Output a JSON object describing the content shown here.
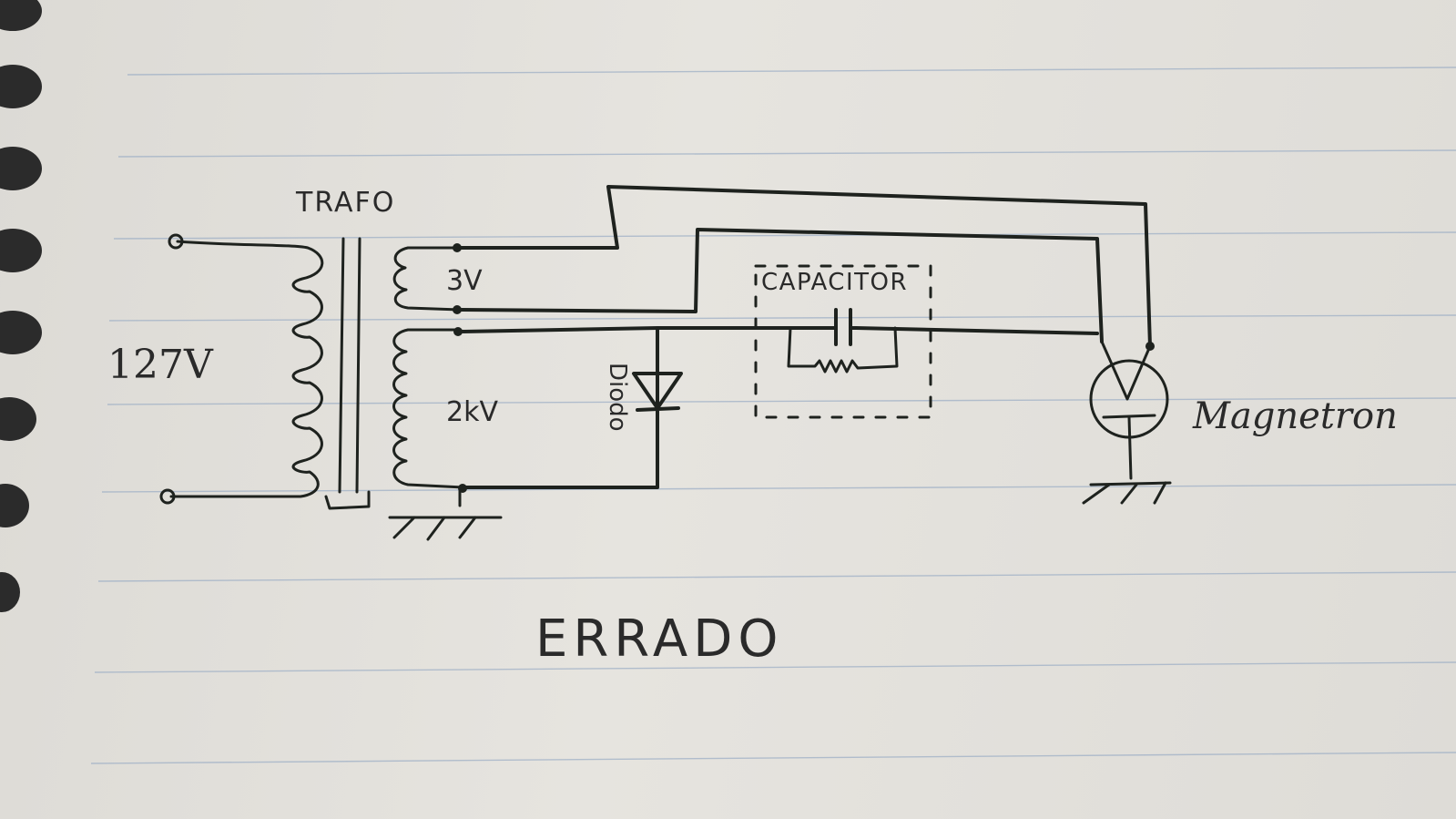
{
  "labels": {
    "transformer": "TRAFO",
    "input_voltage": "127V",
    "low_winding": "3V",
    "high_winding": "2kV",
    "diode": "Diodo",
    "capacitor": "CAPACITOR",
    "magnetron": "Magnetron",
    "caption": "ERRADO"
  },
  "icons": {
    "transformer": "transformer-icon",
    "diode": "diode-icon",
    "capacitor": "capacitor-icon",
    "resistor": "resistor-icon",
    "magnetron": "magnetron-icon",
    "ground": "ground-icon"
  },
  "colors": {
    "ink": "#1e221e",
    "paper": "#e2e0db",
    "ruled_line": "#9fb0c6",
    "binding": "#2b2b2b"
  }
}
